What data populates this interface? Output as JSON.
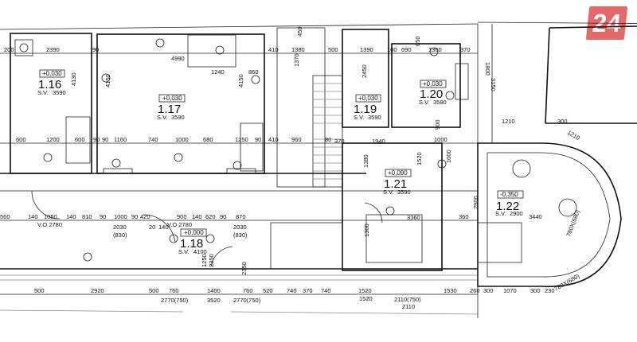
{
  "logo": {
    "text": "24",
    "color": "#e2504f"
  },
  "rooms": [
    {
      "number": "1.16",
      "level": "+0,030",
      "sv_label": "S.V.",
      "sv": "3590"
    },
    {
      "number": "1.17",
      "level": "+0,030",
      "sv_label": "S.V.",
      "sv": "3590"
    },
    {
      "number": "1.18",
      "level": "+0,000",
      "sv_label": "S.V.",
      "sv": "4100"
    },
    {
      "number": "1.19",
      "level": "+0,030",
      "sv_label": "S.V.",
      "sv": "3590"
    },
    {
      "number": "1.20",
      "level": "+0,030",
      "sv_label": "S.V.",
      "sv": "3590"
    },
    {
      "number": "1.21",
      "level": "+0,090",
      "sv_label": "S.V.",
      "sv": "3590"
    },
    {
      "number": "1.22",
      "level": "-0,350",
      "sv_label": "S.V.",
      "sv": "2900"
    }
  ],
  "dims": {
    "top": [
      "200",
      "2390",
      "90",
      "4990",
      "1240",
      "860",
      "410",
      "1380",
      "500",
      "1390",
      "100",
      "690",
      "1360",
      "370",
      "3150",
      "1210",
      "300",
      "1210"
    ],
    "vert": [
      "4130",
      "4150",
      "4150",
      "450",
      "1370",
      "2450",
      "650",
      "1800",
      "900",
      "1000",
      "1520",
      "1380",
      "1300"
    ],
    "mid": [
      "600",
      "1200",
      "600",
      "90",
      "90",
      "1160",
      "740",
      "1000",
      "680",
      "1250",
      "90",
      "410",
      "960",
      "80",
      "370",
      "1940",
      "1000",
      "2900",
      "3360",
      "360",
      "3440"
    ],
    "corr": [
      "560",
      "140",
      "1050",
      "140",
      "810",
      "90",
      "1000",
      "90",
      "420",
      "20",
      "140",
      "900",
      "140",
      "620",
      "90",
      "870",
      "V.O 2780",
      "V.O 2780",
      "2030",
      "(830)",
      "2030",
      "(830)",
      "2350",
      "1250",
      "2350"
    ],
    "bottom": [
      "500",
      "2920",
      "500",
      "760",
      "1400",
      "3520",
      "760",
      "520",
      "740",
      "370",
      "740",
      "1520",
      "1530",
      "260",
      "300",
      "1070",
      "300",
      "230",
      "2770(750)",
      "2770(750)",
      "2110(750)",
      "2110",
      "1520",
      "780X(680)",
      "780X(680)"
    ]
  }
}
